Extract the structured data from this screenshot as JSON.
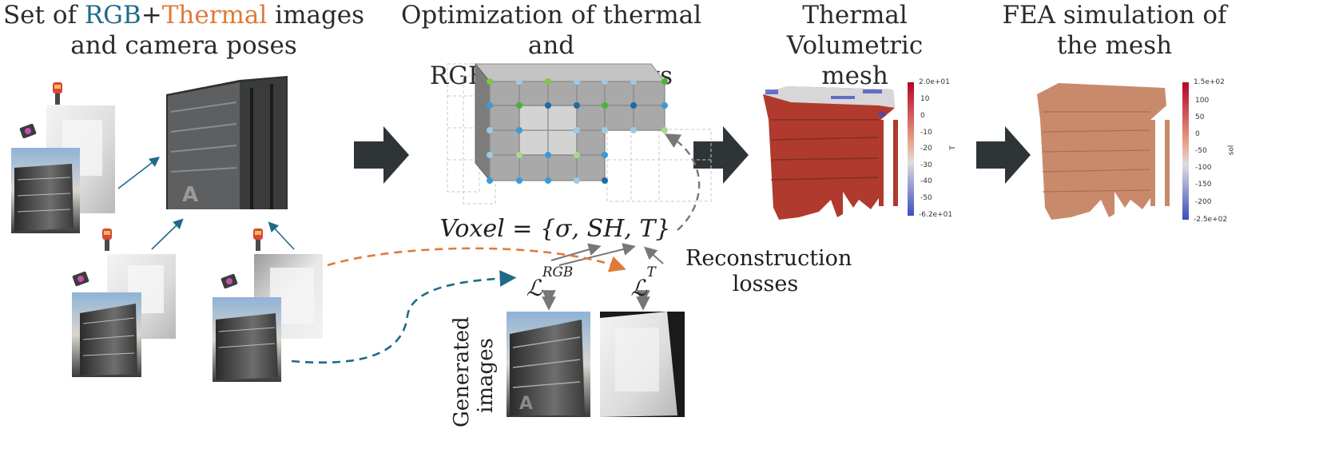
{
  "titles": {
    "col1_part1": "Set of ",
    "col1_rgb": "RGB",
    "col1_plus": "+",
    "col1_thermal": "Thermal",
    "col1_part2": " images",
    "col1_line2": "and camera poses",
    "col2_line1": "Optimization of thermal and",
    "col2_line2": "RGB training views",
    "col3_line1": "Thermal",
    "col3_line2": "Volumetric mesh",
    "col4_line1": "FEA simulation of",
    "col4_line2": "the mesh"
  },
  "voxel_equation": "Voxel = {σ, SH, T}",
  "loss_rgb_base": "ℒ",
  "loss_rgb_sup": "RGB",
  "loss_t_base": "ℒ",
  "loss_t_sup": "T",
  "reconstruction_line1": "Reconstruction",
  "reconstruction_line2": "losses",
  "generated_line1": "Generated",
  "generated_line2": "images",
  "colorbar_thermal": {
    "title": "T",
    "ticks": [
      "2.0e+01",
      "10",
      "0",
      "-10",
      "-20",
      "-30",
      "-40",
      "-50",
      "-6.2e+01"
    ]
  },
  "colorbar_fea": {
    "title": "sol",
    "ticks": [
      "1.5e+02",
      "100",
      "50",
      "0",
      "-50",
      "-100",
      "-150",
      "-200",
      "-2.5e+02"
    ]
  },
  "colors": {
    "rgb_accent": "#1f6a8a",
    "thermal_accent": "#e07a3a",
    "arrow_dark": "#2f3436",
    "mesh_red": "#b03a2e",
    "fea_salmon": "#c98a6c"
  }
}
